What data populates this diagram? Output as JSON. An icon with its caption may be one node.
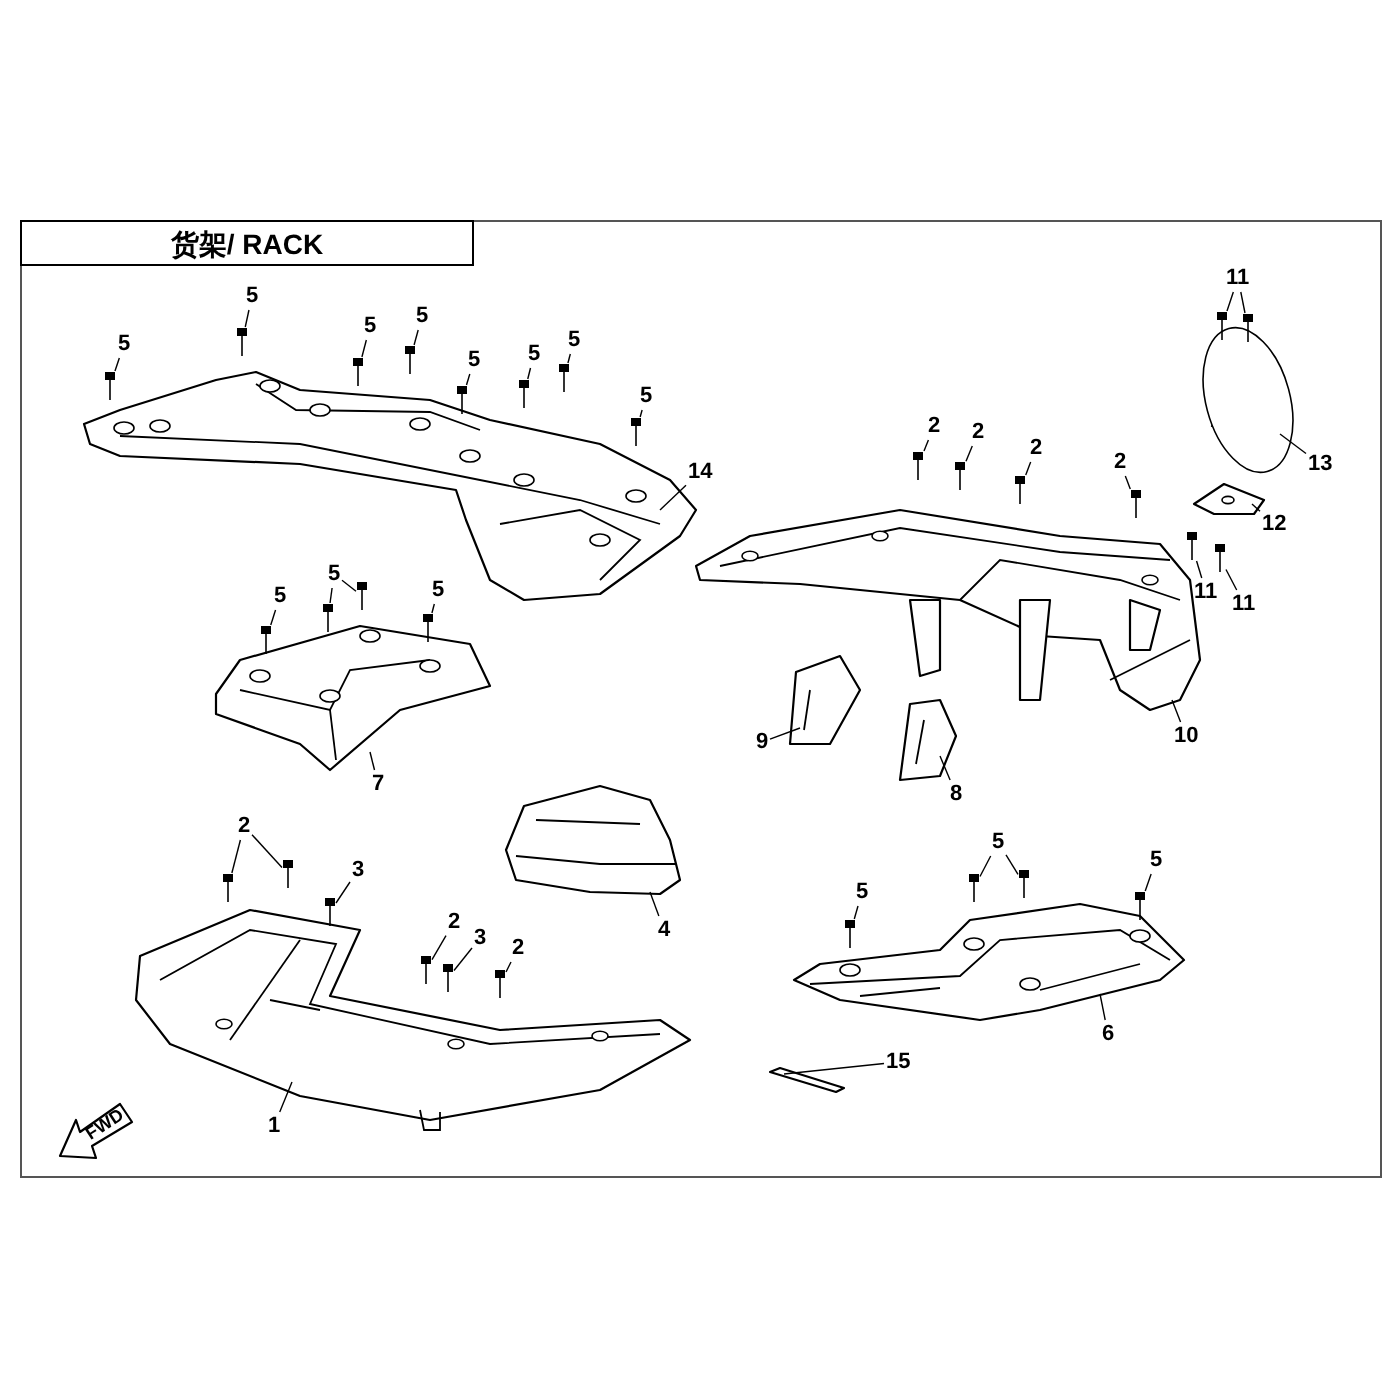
{
  "diagram": {
    "title": "货架/ RACK",
    "nodes": [
      {
        "text": [
          "5"
        ]
      },
      {
        "text": [
          "5"
        ]
      },
      {
        "text": [
          "5"
        ]
      },
      {
        "text": [
          "5"
        ]
      },
      {
        "text": [
          "5"
        ]
      },
      {
        "text": [
          "5"
        ]
      },
      {
        "text": [
          "5"
        ]
      },
      {
        "text": [
          "5"
        ]
      },
      {
        "text": [
          "14"
        ]
      },
      {
        "text": [
          "11"
        ]
      },
      {
        "text": [
          "13"
        ]
      },
      {
        "text": [
          "2"
        ]
      },
      {
        "text": [
          "2"
        ]
      },
      {
        "text": [
          "2"
        ]
      },
      {
        "text": [
          "2"
        ]
      },
      {
        "text": [
          "12"
        ]
      },
      {
        "text": [
          "11"
        ]
      },
      {
        "text": [
          "11"
        ]
      },
      {
        "text": [
          "5"
        ]
      },
      {
        "text": [
          "5"
        ]
      },
      {
        "text": [
          "5"
        ]
      },
      {
        "text": [
          "10"
        ]
      },
      {
        "text": [
          "9"
        ]
      },
      {
        "text": [
          "7"
        ]
      },
      {
        "text": [
          "8"
        ]
      },
      {
        "text": [
          "2"
        ]
      },
      {
        "text": [
          "5"
        ]
      },
      {
        "text": [
          "3"
        ]
      },
      {
        "text": [
          "5"
        ]
      },
      {
        "text": [
          "5"
        ]
      },
      {
        "text": [
          "2"
        ]
      },
      {
        "text": [
          "4"
        ]
      },
      {
        "text": [
          "3"
        ]
      },
      {
        "text": [
          "2"
        ]
      },
      {
        "text": [
          "6"
        ]
      },
      {
        "text": [
          "15"
        ]
      },
      {
        "text": [
          "1"
        ]
      },
      {
        "text": [],
        "shape": "picture"
      },
      {
        "text": [],
        "shape": "picture"
      },
      {
        "text": [],
        "shape": "picture"
      },
      {
        "text": [],
        "shape": "picture"
      },
      {
        "text": [],
        "shape": "picture"
      },
      {
        "text": [],
        "shape": "picture"
      },
      {
        "text": [],
        "shape": "picture"
      },
      {
        "text": [],
        "shape": "picture"
      },
      {
        "text": [],
        "shape": "picture"
      },
      {
        "text": [],
        "shape": "picture"
      },
      {
        "text": [],
        "shape": "picture"
      },
      {
        "text": [],
        "shape": "picture"
      },
      {
        "text": [],
        "shape": "picture"
      },
      {
        "text": [],
        "shape": "picture"
      },
      {
        "text": [],
        "shape": "picture"
      },
      {
        "text": [],
        "shape": "picture"
      },
      {
        "text": [],
        "shape": "picture"
      },
      {
        "text": [],
        "shape": "picture"
      },
      {
        "text": [],
        "shape": "picture"
      },
      {
        "text": [],
        "shape": "picture"
      },
      {
        "text": [],
        "shape": "picture"
      },
      {
        "text": [],
        "shape": "picture"
      },
      {
        "text": [],
        "shape": "picture"
      },
      {
        "text": [],
        "shape": "picture"
      },
      {
        "text": [],
        "shape": "picture"
      },
      {
        "text": [],
        "shape": "picture"
      },
      {
        "text": [],
        "shape": "picture"
      },
      {
        "text": [],
        "shape": "picture"
      },
      {
        "text": [],
        "shape": "picture"
      },
      {
        "text": [],
        "shape": "picture"
      },
      {
        "text": [],
        "shape": "picture"
      },
      {
        "text": [],
        "shape": "picture"
      },
      {
        "text": [],
        "shape": "picture"
      },
      {
        "text": [],
        "shape": "picture"
      },
      {
        "text": [],
        "shape": "picture"
      },
      {
        "text": [],
        "shape": "picture"
      },
      {
        "text": [],
        "shape": "picture"
      },
      {
        "text": [],
        "shape": "picture"
      },
      {
        "text": [],
        "shape": "picture"
      },
      {
        "text": [],
        "shape": "picture"
      },
      {
        "text": [],
        "shape": "picture"
      }
    ],
    "edges": [
      {
        "from": 0,
        "to": 48,
        "arrow": "none"
      },
      {
        "from": 1,
        "to": 49,
        "arrow": "none"
      },
      {
        "from": 2,
        "to": 50,
        "arrow": "none"
      },
      {
        "from": 3,
        "to": 51,
        "arrow": "none"
      },
      {
        "from": 4,
        "to": 52,
        "arrow": "none"
      },
      {
        "from": 5,
        "to": 53,
        "arrow": "none"
      },
      {
        "from": 6,
        "to": 54,
        "arrow": "none"
      },
      {
        "from": 7,
        "to": 55,
        "arrow": "none"
      },
      {
        "from": 8,
        "to": 37,
        "arrow": "none"
      },
      {
        "from": 9,
        "to": 56,
        "arrow": "none"
      },
      {
        "from": 9,
        "to": 57,
        "arrow": "none"
      },
      {
        "from": 10,
        "to": 38,
        "arrow": "none"
      },
      {
        "from": 11,
        "to": 58,
        "arrow": "none"
      },
      {
        "from": 12,
        "to": 59,
        "arrow": "none"
      },
      {
        "from": 13,
        "to": 60,
        "arrow": "none"
      },
      {
        "from": 14,
        "to": 61,
        "arrow": "none"
      },
      {
        "from": 15,
        "to": 39,
        "arrow": "none"
      },
      {
        "from": 16,
        "to": 62,
        "arrow": "none"
      },
      {
        "from": 17,
        "to": 63,
        "arrow": "none"
      },
      {
        "from": 18,
        "to": 64,
        "arrow": "none"
      },
      {
        "from": 19,
        "to": 65,
        "arrow": "none"
      },
      {
        "from": 19,
        "to": 66,
        "arrow": "none"
      },
      {
        "from": 20,
        "to": 67,
        "arrow": "none"
      },
      {
        "from": 21,
        "to": 40,
        "arrow": "none"
      },
      {
        "from": 22,
        "to": 41,
        "arrow": "none"
      },
      {
        "from": 23,
        "to": 42,
        "arrow": "none"
      },
      {
        "from": 24,
        "to": 43,
        "arrow": "none"
      },
      {
        "from": 25,
        "to": 68,
        "arrow": "none"
      },
      {
        "from": 25,
        "to": 69,
        "arrow": "none"
      },
      {
        "from": 26,
        "to": 70,
        "arrow": "none"
      },
      {
        "from": 26,
        "to": 71,
        "arrow": "none"
      },
      {
        "from": 27,
        "to": 72,
        "arrow": "none"
      },
      {
        "from": 28,
        "to": 73,
        "arrow": "none"
      },
      {
        "from": 29,
        "to": 74,
        "arrow": "none"
      },
      {
        "from": 30,
        "to": 75,
        "arrow": "none"
      },
      {
        "from": 31,
        "to": 44,
        "arrow": "none"
      },
      {
        "from": 32,
        "to": 76,
        "arrow": "none"
      },
      {
        "from": 33,
        "to": 77,
        "arrow": "none"
      },
      {
        "from": 34,
        "to": 46,
        "arrow": "none"
      },
      {
        "from": 35,
        "to": 47,
        "arrow": "none"
      },
      {
        "from": 36,
        "to": 45,
        "arrow": "none"
      }
    ],
    "labels": [
      "FWD"
    ]
  }
}
